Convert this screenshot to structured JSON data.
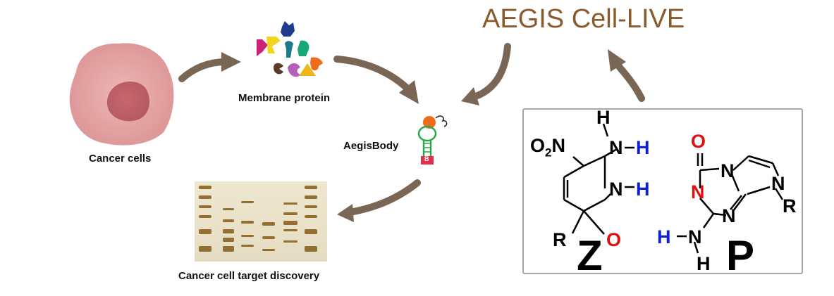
{
  "title": "AEGIS Cell-LIVE",
  "labels": {
    "cancer_cells": "Cancer cells",
    "membrane_protein": "Membrane protein",
    "aegisbody": "AegisBody",
    "target_discovery": "Cancer cell target discovery"
  },
  "aegisbody_tag": "B",
  "chemistry": {
    "z": {
      "letter": "Z",
      "no2": "O",
      "no2_sub": "2",
      "no2_n": "N",
      "top_h": "H",
      "nh_n": "N",
      "nh_h": "H",
      "ring_n": "N",
      "ring_h": "H",
      "o": "O",
      "r": "R"
    },
    "p": {
      "letter": "P",
      "o": "O",
      "n1": "N",
      "n_red": "N",
      "n_bottom": "N",
      "n_right": "N",
      "r": "R",
      "h_left": "H",
      "nh2_n": "N",
      "h_bottom": "H"
    }
  },
  "colors": {
    "arrow": "#7a6655",
    "title": "#8a5a2c",
    "blue_h": "#1020d0",
    "red_atom": "#e01010",
    "cell": "#e7a7a8",
    "nucleus": "#c9737a"
  }
}
